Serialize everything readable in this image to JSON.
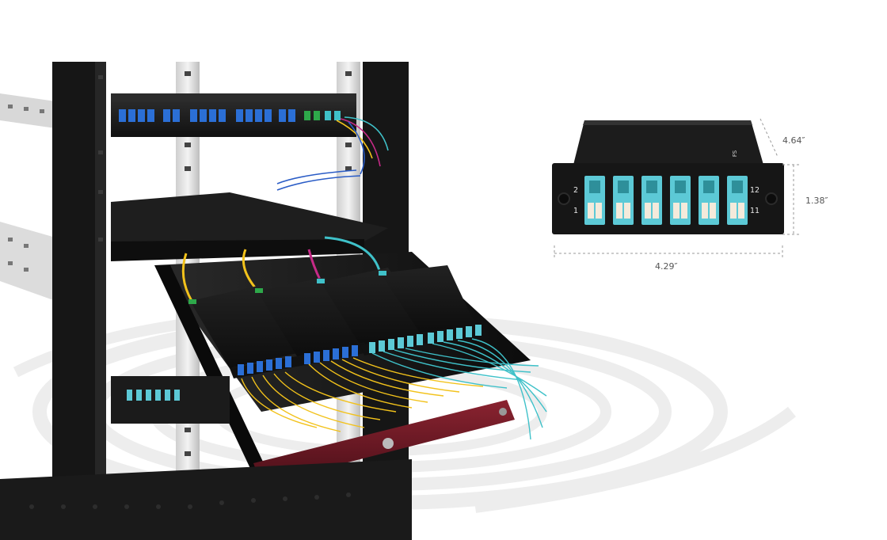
{
  "scene": {
    "background_color": "#ffffff",
    "swirl_color": "#ececec",
    "rack_color": "#1a1a1a",
    "cable_colors": {
      "singlemode": "#f2c21b",
      "multimode_aqua": "#3fc1c9",
      "magenta": "#c62a87",
      "blue": "#2a5cc6"
    },
    "adapter_colors": {
      "lc_blue": "#2b6fd6",
      "lc_aqua": "#5cc9d6",
      "lc_white": "#f0f0f0"
    }
  },
  "cassette": {
    "brand_logo": "FS",
    "port_labels": {
      "top_left": "2",
      "bottom_left": "1",
      "top_right": "12",
      "bottom_right": "11"
    },
    "adapter_count": 6,
    "dimensions": {
      "depth": "4.64″",
      "height": "1.38″",
      "width": "4.29″"
    }
  }
}
